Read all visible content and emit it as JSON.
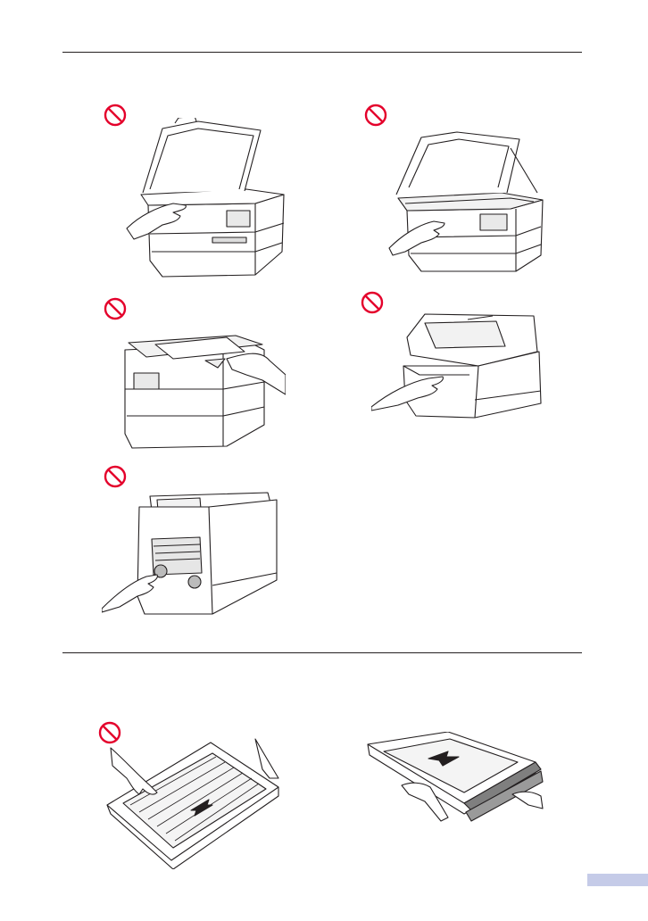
{
  "page": {
    "background": "#ffffff",
    "rule_color": "#231f20",
    "prohibition_color": "#e4002b",
    "tab_color": "#c5cbe8"
  },
  "figures": [
    {
      "name": "do-not-press-scanner-glass",
      "icon": "prohibition-icon"
    },
    {
      "name": "do-not-press-scanner-cover-open",
      "icon": "prohibition-icon"
    },
    {
      "name": "do-not-press-adf-cover",
      "icon": "prohibition-icon"
    },
    {
      "name": "do-not-touch-paper-feed",
      "icon": "prohibition-icon"
    },
    {
      "name": "do-not-touch-rear-jam-cover",
      "icon": "prohibition-icon"
    },
    {
      "name": "do-not-slide-paper-guides-this-way",
      "icon": "prohibition-icon"
    },
    {
      "name": "slide-paper-guides-correctly",
      "icon": "arrow-icon"
    }
  ]
}
